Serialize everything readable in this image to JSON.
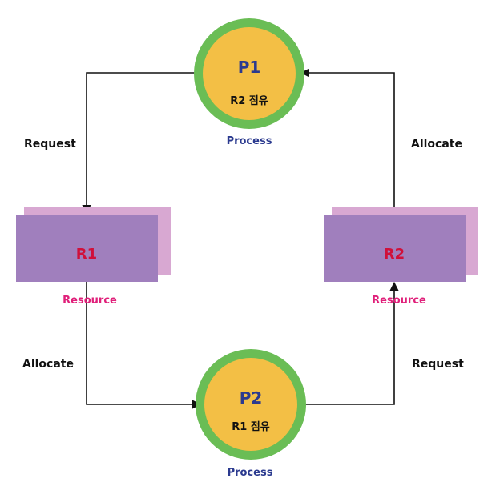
{
  "processes": [
    {
      "title": "P1",
      "note": "R2 점유",
      "caption": "Process"
    },
    {
      "title": "P2",
      "note": "R1 점유",
      "caption": "Process"
    }
  ],
  "resources": [
    {
      "title": "R1",
      "caption": "Resource"
    },
    {
      "title": "R2",
      "caption": "Resource"
    }
  ],
  "edges": {
    "p1_to_r1": "Request",
    "r2_to_p1": "Allocate",
    "r1_to_p2": "Allocate",
    "p2_to_r2": "Request"
  },
  "colors": {
    "process_ring": "#6abd55",
    "process_fill": "#f3bf45",
    "process_title": "#2b3a8f",
    "resource_fill": "#a07fbd",
    "resource_shadow": "#d8a8d2",
    "resource_title": "#d0103a",
    "resource_caption": "#e0207a",
    "process_caption": "#2b3a8f",
    "line": "#111111"
  }
}
